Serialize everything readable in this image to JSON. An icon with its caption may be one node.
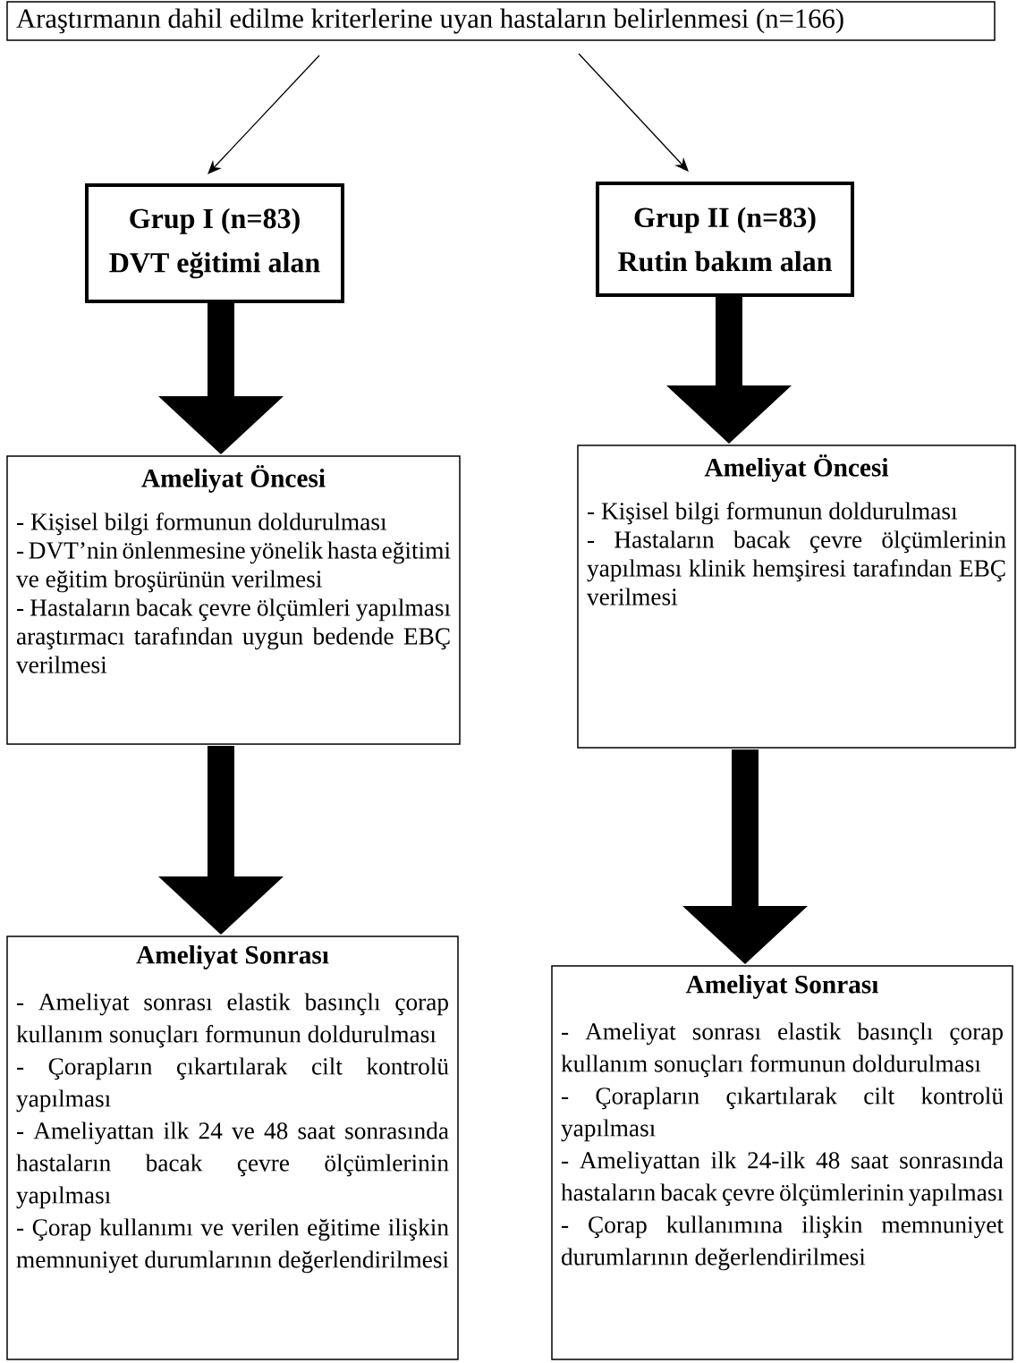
{
  "diagram": {
    "nodes": [
      {
        "text": [
          "Araştırmanın dahil edilme kriterlerine uyan hastaların belirlenmesi (n=166)"
        ]
      },
      {
        "text": [
          "Grup I (n=83)",
          "DVT eğitimi alan"
        ]
      },
      {
        "text": [
          "Grup II (n=83)",
          "Rutin bakım alan"
        ]
      },
      {
        "text": [
          "Ameliyat Öncesi",
          "- Kişisel bilgi formunun doldurulması",
          "- DVT’nin önlenmesine yönelik hasta eğitimi ve eğitim broşürünün verilmesi",
          "- Hastaların bacak çevre ölçümleri yapılması araştırmacı tarafından uygun bedende EBÇ verilmesi"
        ]
      },
      {
        "text": [
          "Ameliyat Öncesi",
          "- Kişisel bilgi formunun doldurulması",
          "- Hastaların bacak çevre ölçümlerinin yapılması klinik hemşiresi tarafından EBÇ verilmesi"
        ]
      },
      {
        "text": [
          "Ameliyat Sonrası",
          "- Ameliyat sonrası elastik basınçlı çorap kullanım sonuçları formunun doldurulması",
          "- Çorapların çıkartılarak cilt kontrolü yapılması",
          "- Ameliyattan ilk 24 ve 48 saat sonrasında hastaların bacak çevre ölçümlerinin yapılması",
          "- Çorap kullanımı ve verilen eğitime ilişkin memnuniyet durumlarının değerlendirilmesi"
        ]
      },
      {
        "text": [
          "Ameliyat Sonrası",
          "- Ameliyat sonrası elastik basınçlı çorap kullanım sonuçları formunun doldurulması",
          "- Çorapların çıkartılarak cilt kontrolü yapılması",
          "- Ameliyattan ilk 24-ilk 48 saat sonrasında hastaların bacak çevre ölçümlerinin yapılması",
          "- Çorap kullanımına ilişkin memnuniyet durumlarının değerlendirilmesi"
        ]
      }
    ],
    "edges": [
      {
        "from": 0,
        "to": 1,
        "arrow": "to"
      },
      {
        "from": 0,
        "to": 2,
        "arrow": "to"
      },
      {
        "from": 1,
        "to": 3,
        "arrow": "to",
        "style": "thick"
      },
      {
        "from": 2,
        "to": 4,
        "arrow": "to",
        "style": "thick"
      },
      {
        "from": 3,
        "to": 5,
        "arrow": "to",
        "style": "thick"
      },
      {
        "from": 4,
        "to": 6,
        "arrow": "to",
        "style": "thick"
      }
    ]
  }
}
